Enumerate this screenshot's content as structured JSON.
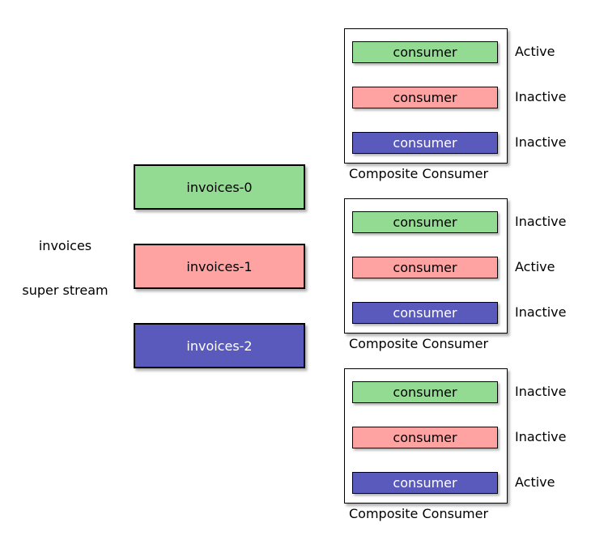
{
  "colors": {
    "green": "#93DB93",
    "pink": "#FFA2A2",
    "blue": "#5A5ABD",
    "border": "#000000",
    "background": "#FFFFFF",
    "text_dark": "#000000",
    "text_light": "#FFFFFF"
  },
  "super_stream": {
    "name": "invoices",
    "type_label": "super stream"
  },
  "partitions": [
    {
      "label": "invoices-0",
      "color": "green"
    },
    {
      "label": "invoices-1",
      "color": "pink"
    },
    {
      "label": "invoices-2",
      "color": "blue"
    }
  ],
  "composites": [
    {
      "caption": "Composite Consumer",
      "consumers": [
        {
          "label": "consumer",
          "color": "green",
          "status": "Active"
        },
        {
          "label": "consumer",
          "color": "pink",
          "status": "Inactive"
        },
        {
          "label": "consumer",
          "color": "blue",
          "status": "Inactive"
        }
      ]
    },
    {
      "caption": "Composite Consumer",
      "consumers": [
        {
          "label": "consumer",
          "color": "green",
          "status": "Inactive"
        },
        {
          "label": "consumer",
          "color": "pink",
          "status": "Active"
        },
        {
          "label": "consumer",
          "color": "blue",
          "status": "Inactive"
        }
      ]
    },
    {
      "caption": "Composite Consumer",
      "consumers": [
        {
          "label": "consumer",
          "color": "green",
          "status": "Inactive"
        },
        {
          "label": "consumer",
          "color": "pink",
          "status": "Inactive"
        },
        {
          "label": "consumer",
          "color": "blue",
          "status": "Active"
        }
      ]
    }
  ]
}
